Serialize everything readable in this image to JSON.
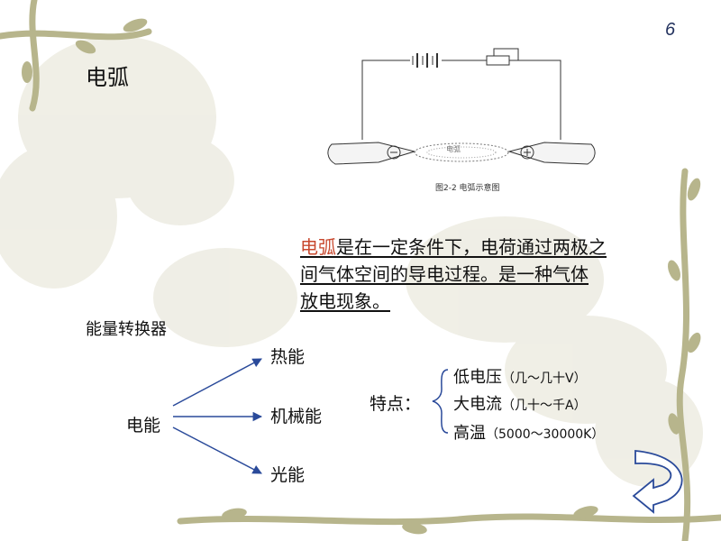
{
  "slide": {
    "number": "6",
    "title": "电弧"
  },
  "figure": {
    "tube_label": "电弧",
    "caption": "图2-2 电弧示意图"
  },
  "definition": {
    "term": "电弧",
    "line1_rest": "是在一定条件下，电荷通过两极之",
    "line2": "间气体空间的导电过程。是一种气体",
    "line3": "放电现象。"
  },
  "converter": {
    "label": "能量转换器",
    "source": "电能",
    "outputs": [
      "热能",
      "机械能",
      "光能"
    ]
  },
  "features": {
    "label": "特点：",
    "items": [
      {
        "main": "低电压",
        "detail": "（几～几十V）"
      },
      {
        "main": "大电流",
        "detail": "（几十～千A）"
      },
      {
        "main": "高温",
        "detail": "（5000～30000K）"
      }
    ]
  },
  "colors": {
    "accent": "#c8482e",
    "arrow": "#2a4a9a",
    "vine": "#b7b58c"
  }
}
